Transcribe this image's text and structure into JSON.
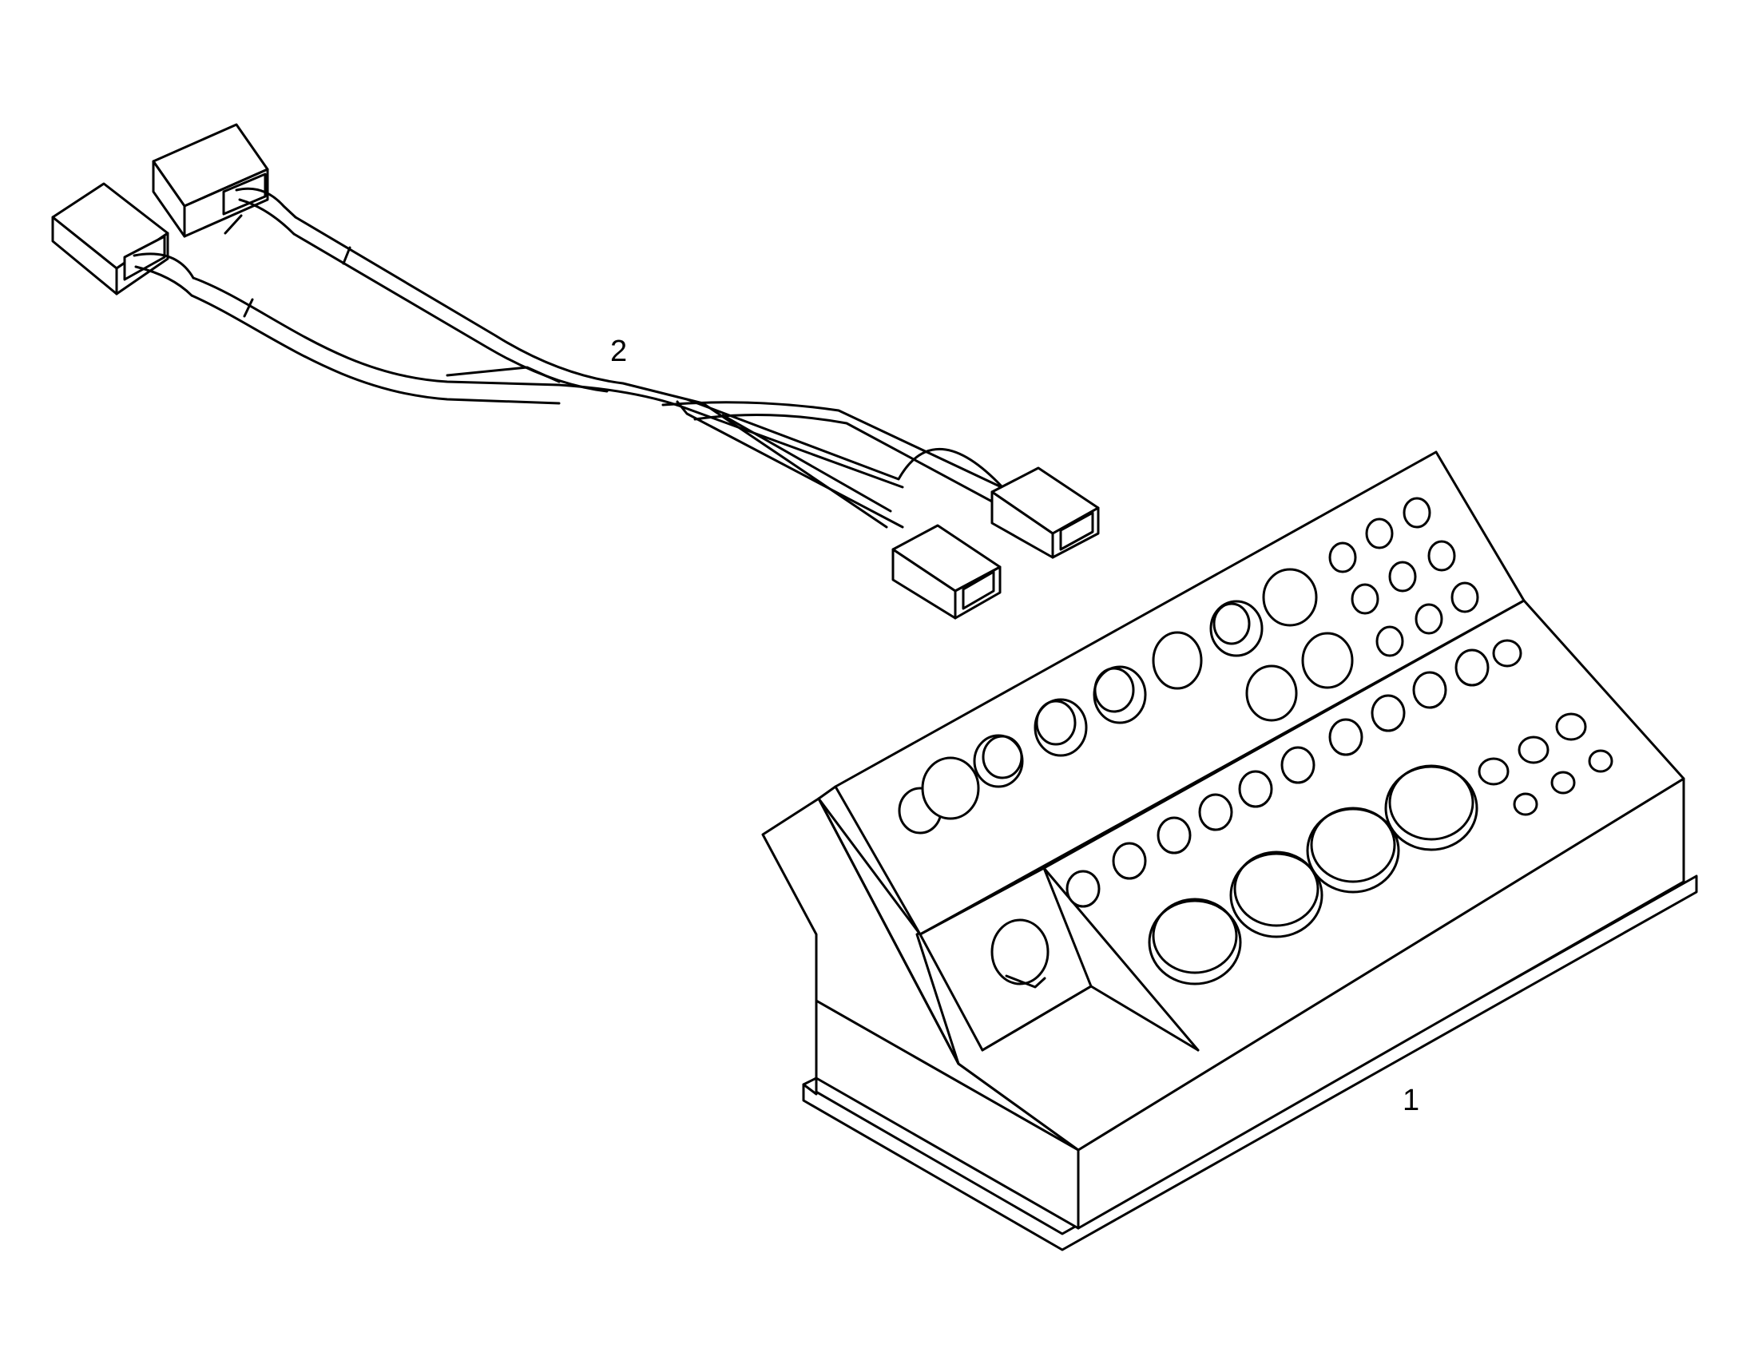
{
  "callouts": {
    "part_1": "1",
    "part_2": "2"
  },
  "parts": [
    {
      "id": "1",
      "name": "control-panel-block-icon"
    },
    {
      "id": "2",
      "name": "wiring-harness-icon"
    }
  ],
  "colors": {
    "line": "#000000",
    "background": "#ffffff"
  }
}
